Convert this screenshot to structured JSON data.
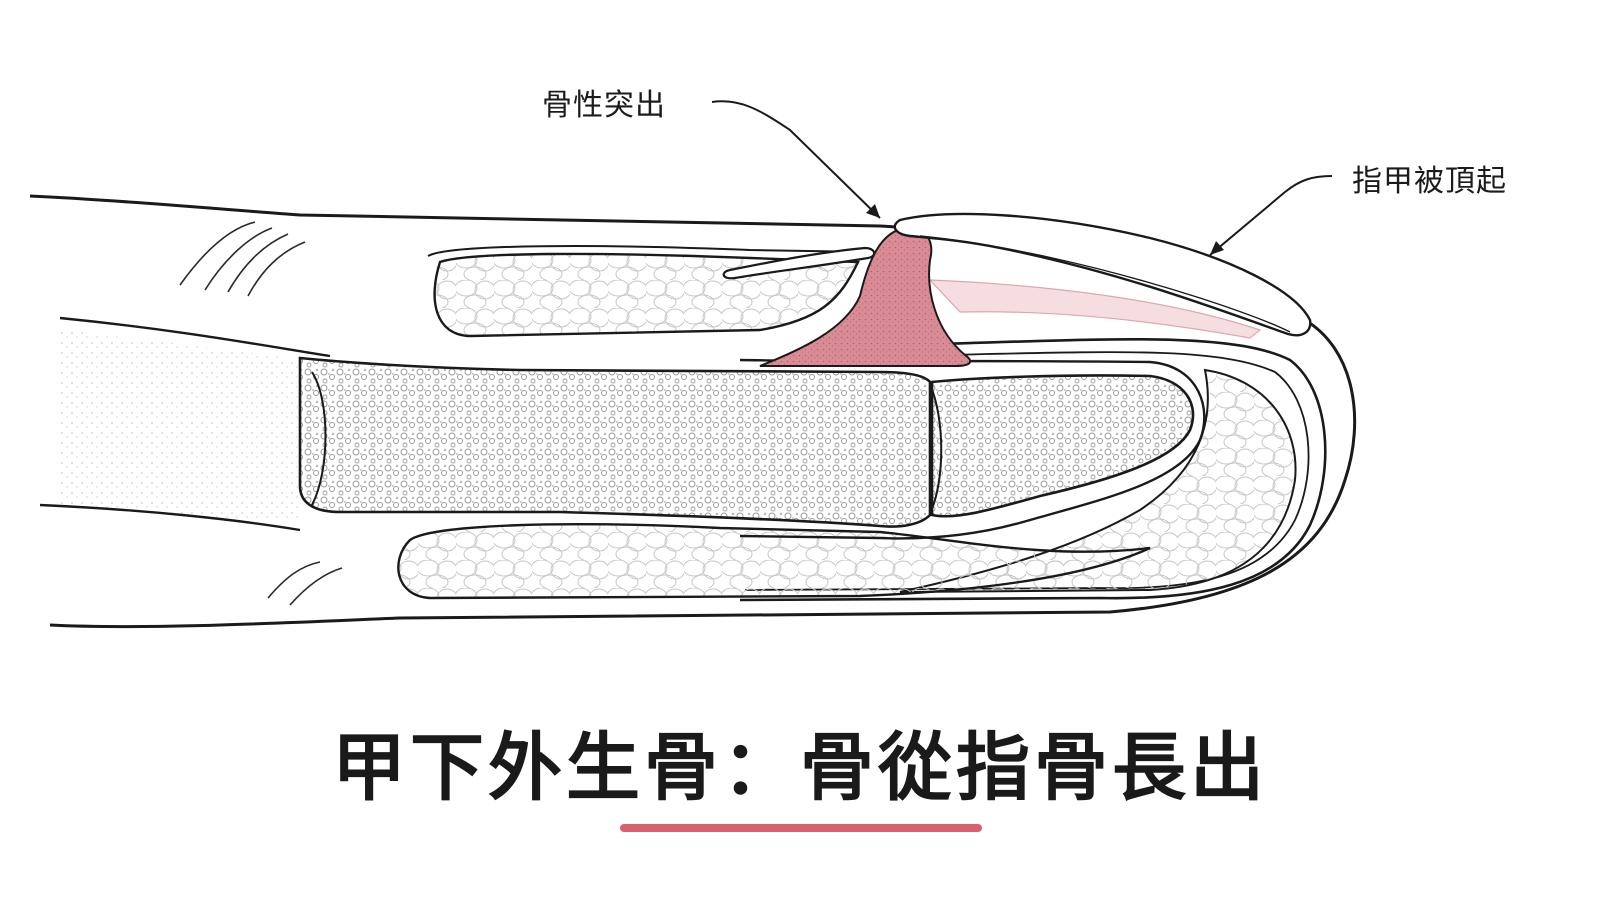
{
  "diagram": {
    "callouts": {
      "bony_protrusion": "骨性突出",
      "nail_lifted": "指甲被頂起"
    },
    "title": "甲下外生骨：骨從指骨長出",
    "colors": {
      "accent": "#d8606f",
      "exostosis_fill": "#d98c96",
      "nail_bed_fill": "#f6dde0",
      "line": "#1a1a1a",
      "bone_texture": "#9a9a9a",
      "fat_texture": "#c8c8c8"
    }
  }
}
